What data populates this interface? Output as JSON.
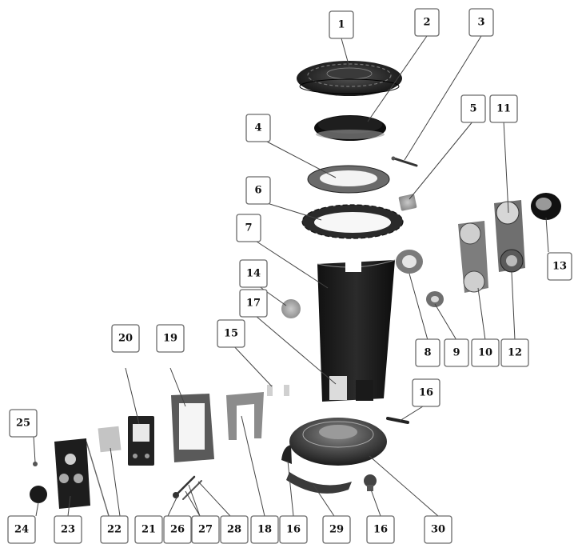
{
  "diagram": {
    "labels": [
      {
        "id": "1",
        "text": "1"
      },
      {
        "id": "2",
        "text": "2"
      },
      {
        "id": "3",
        "text": "3"
      },
      {
        "id": "4",
        "text": "4"
      },
      {
        "id": "5",
        "text": "5"
      },
      {
        "id": "6",
        "text": "6"
      },
      {
        "id": "7",
        "text": "7"
      },
      {
        "id": "8",
        "text": "8"
      },
      {
        "id": "9",
        "text": "9"
      },
      {
        "id": "10",
        "text": "10"
      },
      {
        "id": "11",
        "text": "11"
      },
      {
        "id": "12",
        "text": "12"
      },
      {
        "id": "13",
        "text": "13"
      },
      {
        "id": "14",
        "text": "14"
      },
      {
        "id": "15",
        "text": "15"
      },
      {
        "id": "16a",
        "text": "16"
      },
      {
        "id": "16b",
        "text": "16"
      },
      {
        "id": "16c",
        "text": "16"
      },
      {
        "id": "17",
        "text": "17"
      },
      {
        "id": "18",
        "text": "18"
      },
      {
        "id": "19",
        "text": "19"
      },
      {
        "id": "20",
        "text": "20"
      },
      {
        "id": "21",
        "text": "21"
      },
      {
        "id": "22",
        "text": "22"
      },
      {
        "id": "23",
        "text": "23"
      },
      {
        "id": "24",
        "text": "24"
      },
      {
        "id": "25",
        "text": "25"
      },
      {
        "id": "26",
        "text": "26"
      },
      {
        "id": "27",
        "text": "27"
      },
      {
        "id": "28",
        "text": "28"
      },
      {
        "id": "29",
        "text": "29"
      },
      {
        "id": "30",
        "text": "30"
      }
    ]
  }
}
